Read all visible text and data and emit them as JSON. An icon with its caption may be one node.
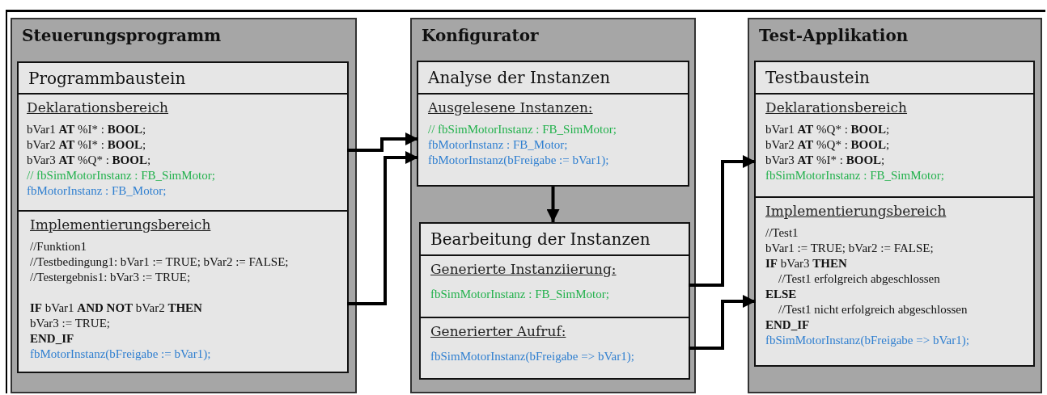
{
  "diagram": {
    "nodes": [
      {
        "text": [
          "Steuerungsprogramm"
        ]
      },
      {
        "text": [
          "Programmbaustein"
        ],
        "in": 0
      },
      {
        "text": [
          "Deklarationsbereich",
          "bVar1 **AT** %I* : **BOOL**;",
          "bVar2 **AT** %I* : **BOOL**;",
          "bVar3 **AT** %Q* : **BOOL**;",
          "// fbSimMotorInstanz : FB_SimMotor;",
          "fbMotorInstanz : FB_Motor;"
        ],
        "in": 1
      },
      {
        "text": [
          "Implementierungsbereich",
          "//Funktion1",
          "//Testbedingung1: bVar1 := TRUE; bVar2 := FALSE;",
          "//Testergebnis1: bVar3 := TRUE;",
          "**IF** bVar1 **AND NOT** bVar2 **THEN**",
          "bVar3 := TRUE;",
          "**END_IF**",
          "fbMotorInstanz(bFreigabe := bVar1);"
        ],
        "in": 1
      },
      {
        "text": [
          "Konfigurator"
        ]
      },
      {
        "text": [
          "Analyse der Instanzen"
        ],
        "in": 4
      },
      {
        "text": [
          "Ausgelesene Instanzen:",
          "// fbSimMotorInstanz : FB_SimMotor;",
          "fbMotorInstanz : FB_Motor;",
          "fbMotorInstanz(bFreigabe := bVar1);"
        ],
        "in": 5
      },
      {
        "text": [
          "Bearbeitung der Instanzen"
        ],
        "in": 4
      },
      {
        "text": [
          "Generierte Instanziierung:",
          "fbSimMotorInstanz : FB_SimMotor;"
        ],
        "in": 7
      },
      {
        "text": [
          "Generierter Aufruf:",
          "fbSimMotorInstanz(bFreigabe => bVar1);"
        ],
        "in": 7
      },
      {
        "text": [
          "Test-Applikation"
        ]
      },
      {
        "text": [
          "Testbaustein"
        ],
        "in": 10
      },
      {
        "text": [
          "Deklarationsbereich",
          "bVar1 **AT** %Q* : **BOOL**;",
          "bVar2 **AT** %Q* : **BOOL**;",
          "bVar3 **AT** %I* : **BOOL**;",
          "fbSimMotorInstanz : FB_SimMotor;"
        ],
        "in": 11
      },
      {
        "text": [
          "Implementierungsbereich",
          "//Test1",
          "bVar1 := TRUE; bVar2 := FALSE;",
          "**IF** bVar3 **THEN**",
          "//Test1 erfolgreich abgeschlossen",
          "**ELSE**",
          "//Test1 nicht erfolgreich abgeschlossen",
          "**END_IF**",
          "fbSimMotorInstanz(bFreigabe => bVar1);"
        ],
        "in": 11
      }
    ],
    "edges": [
      {
        "from": 2,
        "to": 6,
        "arrow": "to"
      },
      {
        "from": 3,
        "to": 6,
        "arrow": "to"
      },
      {
        "from": 5,
        "to": 7,
        "arrow": "to"
      },
      {
        "from": 8,
        "to": 12,
        "arrow": "to"
      },
      {
        "from": 9,
        "to": 13,
        "arrow": "to"
      }
    ]
  }
}
